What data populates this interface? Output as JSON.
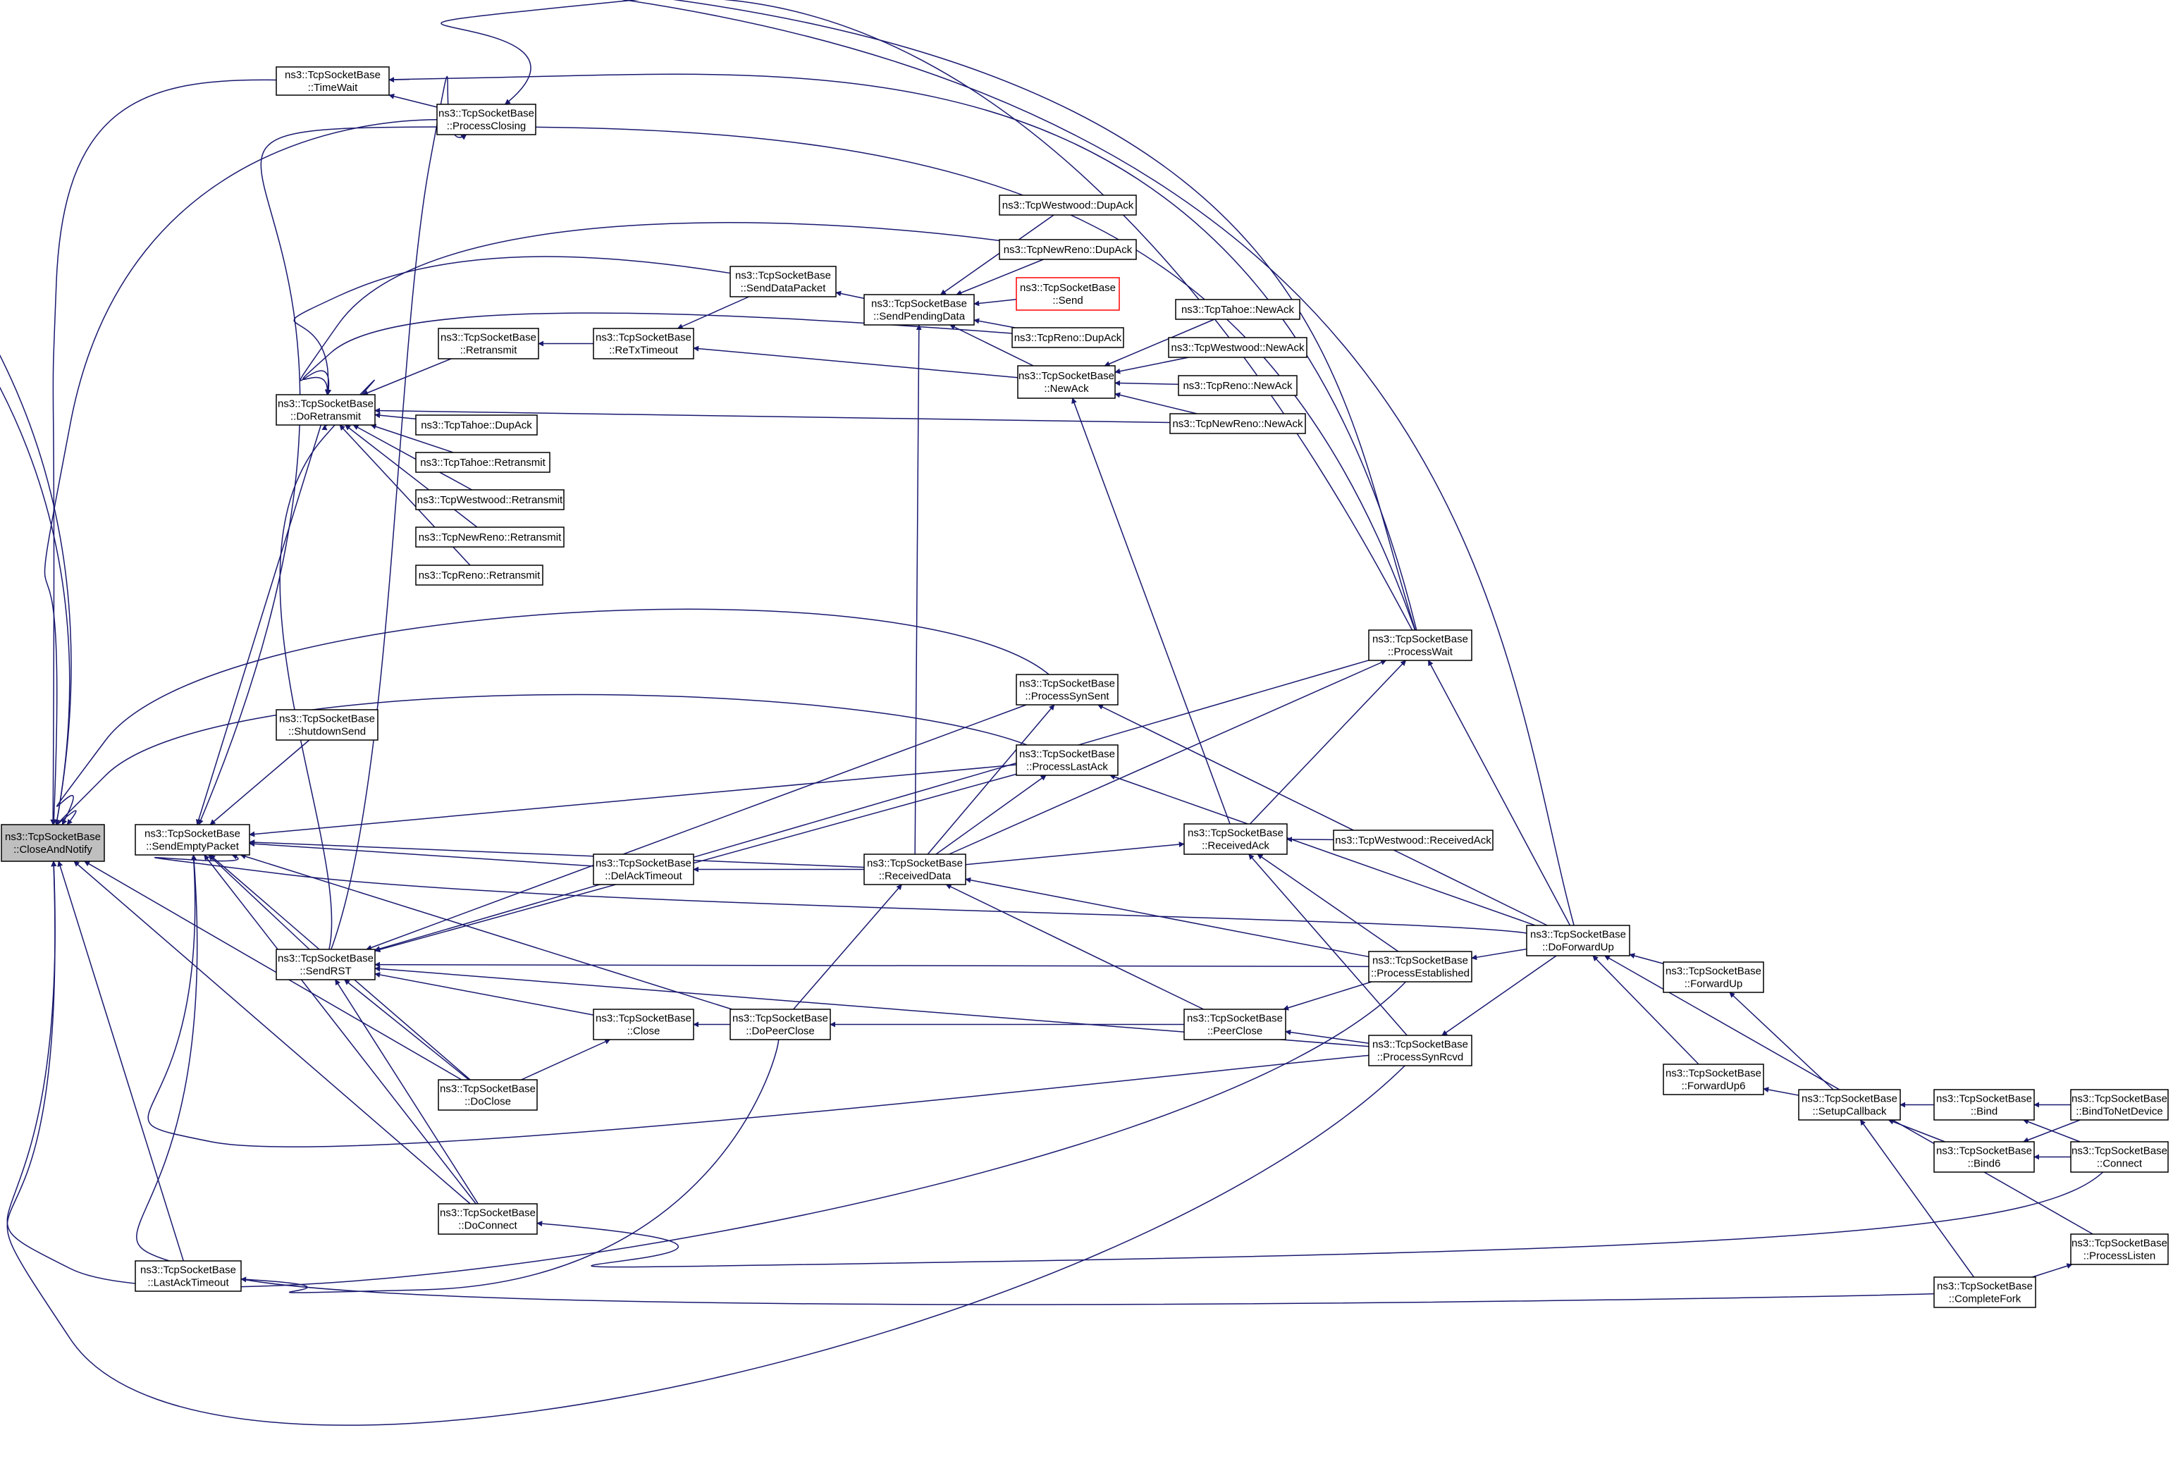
{
  "graph": {
    "edge_color": "#191970",
    "root_fill": "#bfbfbf",
    "highlight_stroke": "#ff0000",
    "nodes": [
      {
        "id": "closeAndNotify",
        "lines": [
          "ns3::TcpSocketBase",
          "::CloseAndNotify"
        ],
        "root": true
      },
      {
        "id": "timeWait",
        "lines": [
          "ns3::TcpSocketBase",
          "::TimeWait"
        ]
      },
      {
        "id": "processClosing",
        "lines": [
          "ns3::TcpSocketBase",
          "::ProcessClosing"
        ]
      },
      {
        "id": "doRetransmit",
        "lines": [
          "ns3::TcpSocketBase",
          "::DoRetransmit"
        ]
      },
      {
        "id": "retransmit",
        "lines": [
          "ns3::TcpSocketBase",
          "::Retransmit"
        ]
      },
      {
        "id": "reTxTimeout",
        "lines": [
          "ns3::TcpSocketBase",
          "::ReTxTimeout"
        ]
      },
      {
        "id": "sendDataPacket",
        "lines": [
          "ns3::TcpSocketBase",
          "::SendDataPacket"
        ]
      },
      {
        "id": "sendPendingData",
        "lines": [
          "ns3::TcpSocketBase",
          "::SendPendingData"
        ]
      },
      {
        "id": "westwoodDupAck",
        "lines": [
          "ns3::TcpWestwood::DupAck"
        ]
      },
      {
        "id": "newRenoDupAck",
        "lines": [
          "ns3::TcpNewReno::DupAck"
        ]
      },
      {
        "id": "send",
        "lines": [
          "ns3::TcpSocketBase",
          "::Send"
        ],
        "highlight": true
      },
      {
        "id": "renoDupAck",
        "lines": [
          "ns3::TcpReno::DupAck"
        ]
      },
      {
        "id": "newAck",
        "lines": [
          "ns3::TcpSocketBase",
          "::NewAck"
        ]
      },
      {
        "id": "tahoeNewAck",
        "lines": [
          "ns3::TcpTahoe::NewAck"
        ]
      },
      {
        "id": "westwoodNewAck",
        "lines": [
          "ns3::TcpWestwood::NewAck"
        ]
      },
      {
        "id": "renoNewAck",
        "lines": [
          "ns3::TcpReno::NewAck"
        ]
      },
      {
        "id": "newRenoNewAck",
        "lines": [
          "ns3::TcpNewReno::NewAck"
        ]
      },
      {
        "id": "tahoeDupAck",
        "lines": [
          "ns3::TcpTahoe::DupAck"
        ]
      },
      {
        "id": "tahoeRetransmit",
        "lines": [
          "ns3::TcpTahoe::Retransmit"
        ]
      },
      {
        "id": "westwoodRetransmit",
        "lines": [
          "ns3::TcpWestwood::Retransmit"
        ]
      },
      {
        "id": "newRenoRetransmit",
        "lines": [
          "ns3::TcpNewReno::Retransmit"
        ]
      },
      {
        "id": "renoRetransmit",
        "lines": [
          "ns3::TcpReno::Retransmit"
        ]
      },
      {
        "id": "processWait",
        "lines": [
          "ns3::TcpSocketBase",
          "::ProcessWait"
        ]
      },
      {
        "id": "processSynSent",
        "lines": [
          "ns3::TcpSocketBase",
          "::ProcessSynSent"
        ]
      },
      {
        "id": "shutdownSend",
        "lines": [
          "ns3::TcpSocketBase",
          "::ShutdownSend"
        ]
      },
      {
        "id": "processLastAck",
        "lines": [
          "ns3::TcpSocketBase",
          "::ProcessLastAck"
        ]
      },
      {
        "id": "sendEmptyPacket",
        "lines": [
          "ns3::TcpSocketBase",
          "::SendEmptyPacket"
        ]
      },
      {
        "id": "receivedAck",
        "lines": [
          "ns3::TcpSocketBase",
          "::ReceivedAck"
        ]
      },
      {
        "id": "westwoodReceivedAck",
        "lines": [
          "ns3::TcpWestwood::ReceivedAck"
        ]
      },
      {
        "id": "delAckTimeout",
        "lines": [
          "ns3::TcpSocketBase",
          "::DelAckTimeout"
        ]
      },
      {
        "id": "receivedData",
        "lines": [
          "ns3::TcpSocketBase",
          "::ReceivedData"
        ]
      },
      {
        "id": "doForwardUp",
        "lines": [
          "ns3::TcpSocketBase",
          "::DoForwardUp"
        ]
      },
      {
        "id": "forwardUp",
        "lines": [
          "ns3::TcpSocketBase",
          "::ForwardUp"
        ]
      },
      {
        "id": "sendRST",
        "lines": [
          "ns3::TcpSocketBase",
          "::SendRST"
        ]
      },
      {
        "id": "processEstablished",
        "lines": [
          "ns3::TcpSocketBase",
          "::ProcessEstablished"
        ]
      },
      {
        "id": "close",
        "lines": [
          "ns3::TcpSocketBase",
          "::Close"
        ]
      },
      {
        "id": "doPeerClose",
        "lines": [
          "ns3::TcpSocketBase",
          "::DoPeerClose"
        ]
      },
      {
        "id": "peerClose",
        "lines": [
          "ns3::TcpSocketBase",
          "::PeerClose"
        ]
      },
      {
        "id": "processSynRcvd",
        "lines": [
          "ns3::TcpSocketBase",
          "::ProcessSynRcvd"
        ]
      },
      {
        "id": "forwardUp6",
        "lines": [
          "ns3::TcpSocketBase",
          "::ForwardUp6"
        ]
      },
      {
        "id": "setupCallback",
        "lines": [
          "ns3::TcpSocketBase",
          "::SetupCallback"
        ]
      },
      {
        "id": "bind",
        "lines": [
          "ns3::TcpSocketBase",
          "::Bind"
        ]
      },
      {
        "id": "bindToNetDevice",
        "lines": [
          "ns3::TcpSocketBase",
          "::BindToNetDevice"
        ]
      },
      {
        "id": "doClose",
        "lines": [
          "ns3::TcpSocketBase",
          "::DoClose"
        ]
      },
      {
        "id": "bind6",
        "lines": [
          "ns3::TcpSocketBase",
          "::Bind6"
        ]
      },
      {
        "id": "connect",
        "lines": [
          "ns3::TcpSocketBase",
          "::Connect"
        ]
      },
      {
        "id": "doConnect",
        "lines": [
          "ns3::TcpSocketBase",
          "::DoConnect"
        ]
      },
      {
        "id": "processListen",
        "lines": [
          "ns3::TcpSocketBase",
          "::ProcessListen"
        ]
      },
      {
        "id": "lastAckTimeout",
        "lines": [
          "ns3::TcpSocketBase",
          "::LastAckTimeout"
        ]
      },
      {
        "id": "completeFork",
        "lines": [
          "ns3::TcpSocketBase",
          "::CompleteFork"
        ]
      }
    ]
  }
}
